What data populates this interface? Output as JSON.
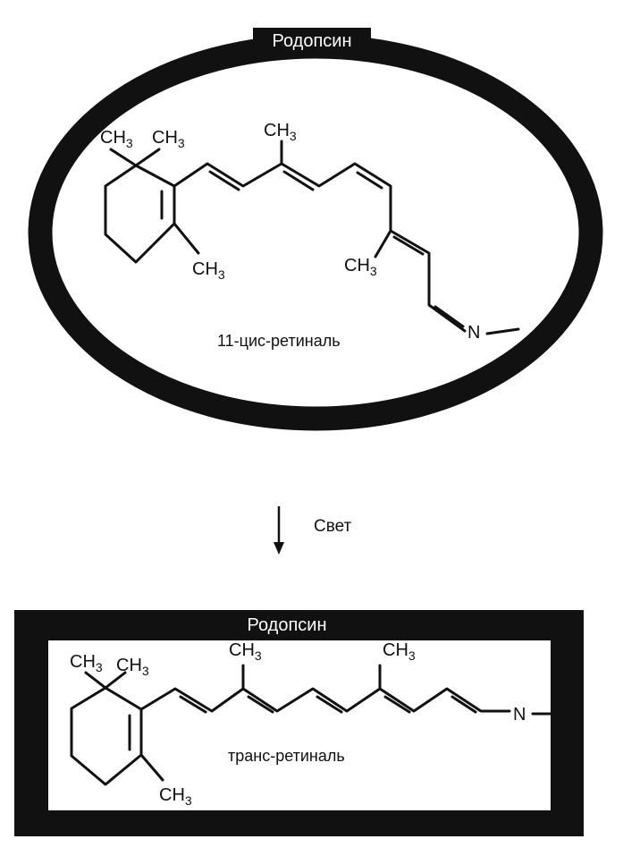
{
  "top_panel": {
    "protein_label": "Родопсин",
    "molecule_label": "11-цис-ретиналь",
    "methyl_group": "CH",
    "methyl_sub": "3",
    "nitrogen": "N"
  },
  "transition": {
    "label": "Свет"
  },
  "bottom_panel": {
    "protein_label": "Родопсин",
    "molecule_label": "транс-ретиналь",
    "methyl_group": "CH",
    "methyl_sub": "3",
    "nitrogen": "N"
  },
  "colors": {
    "ink": "#111111",
    "background": "#ffffff"
  }
}
